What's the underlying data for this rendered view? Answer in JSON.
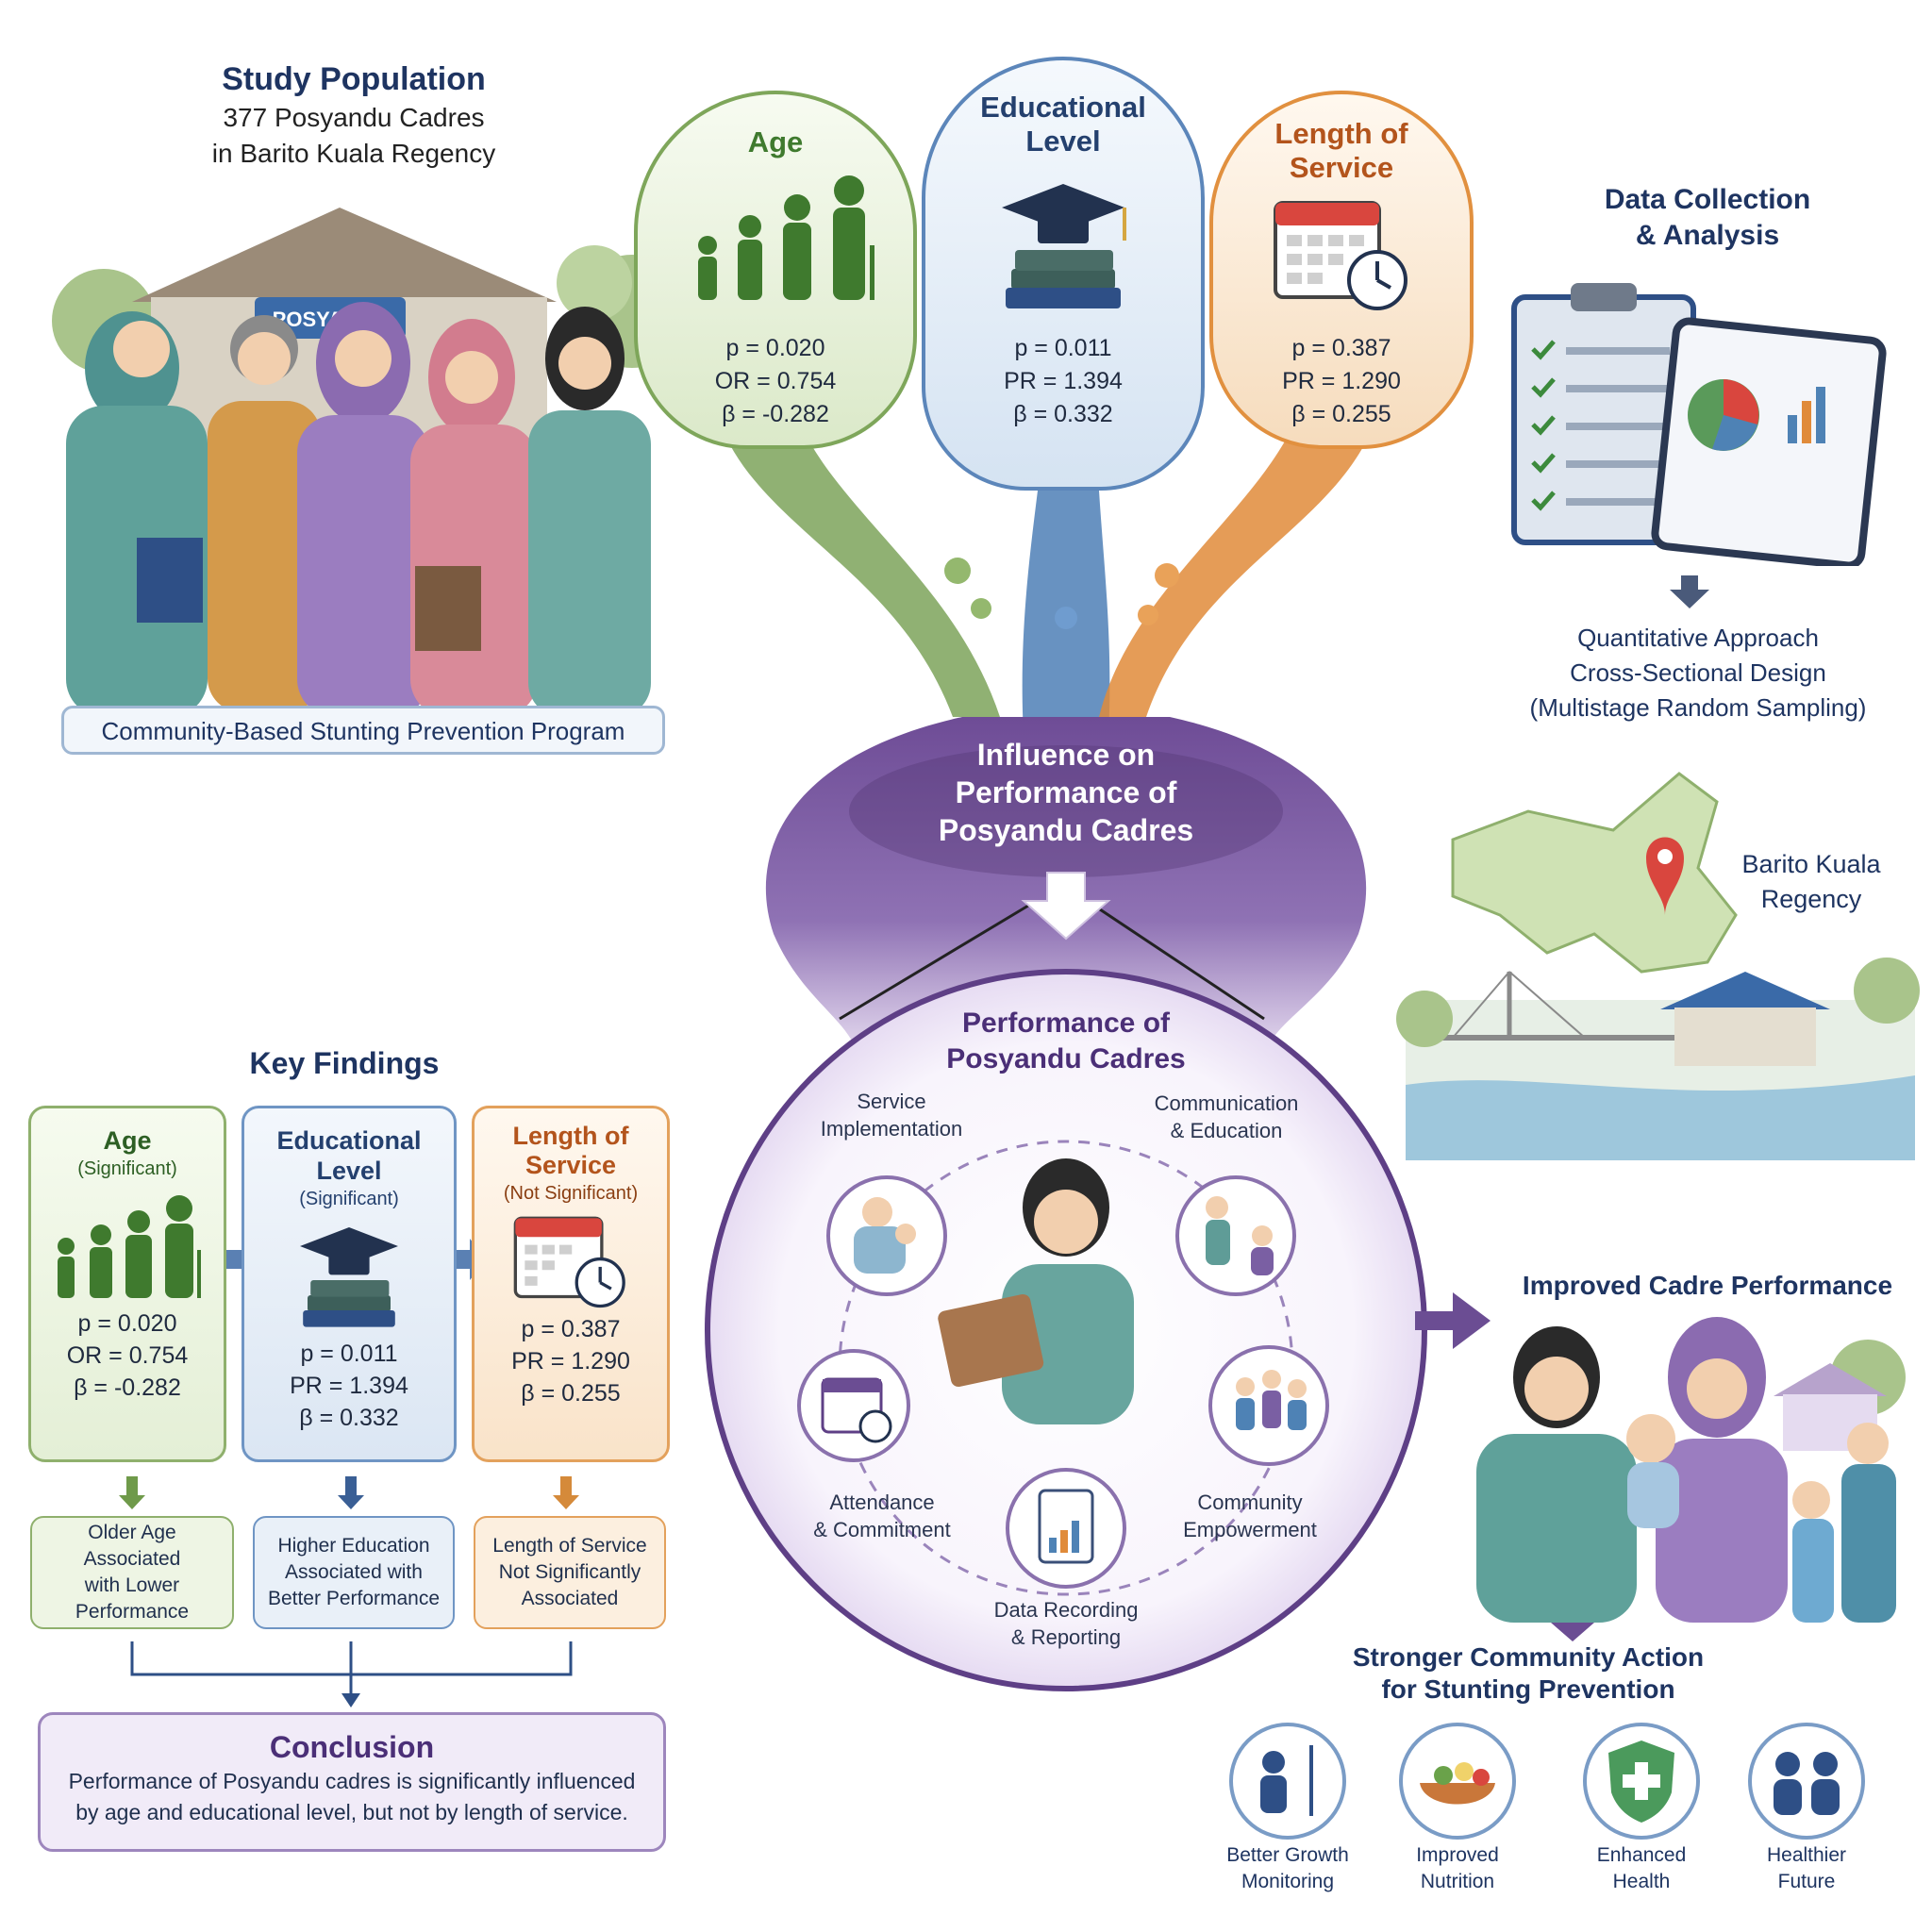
{
  "study_population": {
    "title": "Study Population",
    "line1": "377 Posyandu Cadres",
    "line2": "in Barito Kuala Regency",
    "building_sign": "POSYANDU",
    "program_label": "Community-Based Stunting Prevention Program"
  },
  "top_factors": {
    "age": {
      "title": "Age",
      "stats": [
        "p = 0.020",
        "OR = 0.754",
        "β = -0.282"
      ],
      "color": "#4e8a3c"
    },
    "education": {
      "title_line1": "Educational",
      "title_line2": "Level",
      "stats": [
        "p = 0.011",
        "PR = 1.394",
        "β = 0.332"
      ],
      "color": "#2f5b9a"
    },
    "service": {
      "title_line1": "Length of",
      "title_line2": "Service",
      "stats": [
        "p = 0.387",
        "PR = 1.290",
        "β = 0.255"
      ],
      "color": "#c9772a"
    }
  },
  "influence": {
    "line1": "Influence on",
    "line2": "Performance of",
    "line3": "Posyandu Cadres"
  },
  "performance": {
    "title_line1": "Performance of",
    "title_line2": "Posyandu Cadres",
    "items": {
      "service": [
        "Service",
        "Implementation"
      ],
      "communication": [
        "Communication",
        "& Education"
      ],
      "attendance": [
        "Attendance",
        "& Commitment"
      ],
      "community": [
        "Community",
        "Empowerment"
      ],
      "data": [
        "Data Recording",
        "& Reporting"
      ]
    }
  },
  "data_collection": {
    "title_line1": "Data Collection",
    "title_line2": "& Analysis",
    "approach": [
      "Quantitative Approach",
      "Cross-Sectional Design",
      "(Multistage Random Sampling)"
    ]
  },
  "map": {
    "label_line1": "Barito Kuala",
    "label_line2": "Regency"
  },
  "key_findings": {
    "title": "Key Findings",
    "age": {
      "title": "Age",
      "sub": "(Significant)",
      "stats": [
        "p = 0.020",
        "OR = 0.754",
        "β = -0.282"
      ],
      "result": [
        "Older Age Associated",
        "with Lower",
        "Performance"
      ]
    },
    "education": {
      "title": "Educational Level",
      "sub": "(Significant)",
      "stats": [
        "p = 0.011",
        "PR = 1.394",
        "β =  0.332"
      ],
      "result": [
        "Higher Education",
        "Associated with",
        "Better Performance"
      ]
    },
    "service": {
      "title_line1": "Length of",
      "title_line2": "Service",
      "sub": "(Not Significant)",
      "stats": [
        "p = 0.387",
        "PR = 1.290",
        "β = 0.255"
      ],
      "result": [
        "Length of Service",
        "Not Significantly",
        "Associated"
      ]
    }
  },
  "conclusion": {
    "title": "Conclusion",
    "line1": "Performance of Posyandu cadres is significantly influenced",
    "line2": "by age and educational level, but not by length of service."
  },
  "improved": {
    "title": "Improved Cadre Performance"
  },
  "community_action": {
    "title_line1": "Stronger Community Action",
    "title_line2": "for Stunting Prevention",
    "outcomes": [
      {
        "icon": "growth-chart-icon",
        "line1": "Better Growth",
        "line2": "Monitoring"
      },
      {
        "icon": "nutrition-bowl-icon",
        "line1": "Improved",
        "line2": "Nutrition"
      },
      {
        "icon": "health-shield-icon",
        "line1": "Enhanced",
        "line2": "Health"
      },
      {
        "icon": "family-icon",
        "line1": "Healthier",
        "line2": "Future"
      }
    ]
  }
}
